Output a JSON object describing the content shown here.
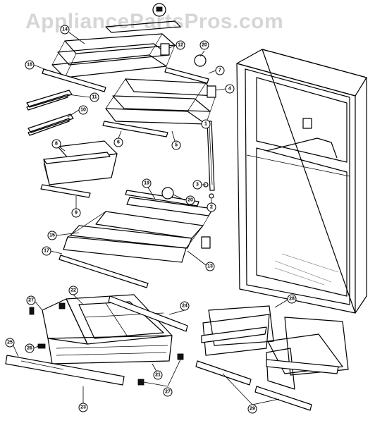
{
  "watermark": "AppliancePartsPros.com",
  "callouts": [
    {
      "id": "c14",
      "label": "14"
    },
    {
      "id": "c12",
      "label": "12"
    },
    {
      "id": "c16",
      "label": "16"
    },
    {
      "id": "c20a",
      "label": "20"
    },
    {
      "id": "c7",
      "label": "7"
    },
    {
      "id": "c11",
      "label": "11"
    },
    {
      "id": "c4",
      "label": "4"
    },
    {
      "id": "c10",
      "label": "10"
    },
    {
      "id": "c6",
      "label": "6"
    },
    {
      "id": "c5",
      "label": "5"
    },
    {
      "id": "c1",
      "label": "1"
    },
    {
      "id": "c8",
      "label": "8"
    },
    {
      "id": "c3",
      "label": "3"
    },
    {
      "id": "c2",
      "label": "2"
    },
    {
      "id": "c19",
      "label": "19"
    },
    {
      "id": "c20b",
      "label": "20"
    },
    {
      "id": "c9",
      "label": "9"
    },
    {
      "id": "c15",
      "label": "15"
    },
    {
      "id": "c17",
      "label": "17"
    },
    {
      "id": "c13",
      "label": "13"
    },
    {
      "id": "c22",
      "label": "22"
    },
    {
      "id": "c27a",
      "label": "27"
    },
    {
      "id": "c24",
      "label": "24"
    },
    {
      "id": "c28",
      "label": "28"
    },
    {
      "id": "c25",
      "label": "25"
    },
    {
      "id": "c26",
      "label": "26"
    },
    {
      "id": "c21",
      "label": "21"
    },
    {
      "id": "c27b",
      "label": "27"
    },
    {
      "id": "c23",
      "label": "23"
    },
    {
      "id": "c29",
      "label": "29"
    }
  ]
}
